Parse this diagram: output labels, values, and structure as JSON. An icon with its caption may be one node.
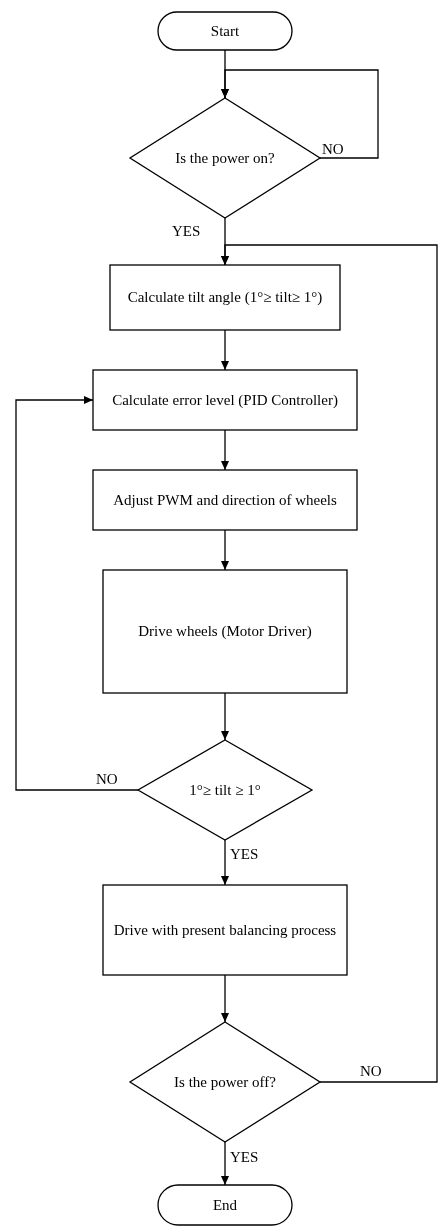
{
  "diagram": {
    "nodes": [
      {
        "text": [
          "Start"
        ]
      },
      {
        "text": [
          "Is the power on?"
        ]
      },
      {
        "text": [
          "Calculate tilt angle (1°≥ tilt≥ 1°)"
        ]
      },
      {
        "text": [
          "Calculate error level (PID Controller)"
        ]
      },
      {
        "text": [
          "Adjust PWM and direction of wheels"
        ]
      },
      {
        "text": [
          "Drive wheels (Motor Driver)"
        ]
      },
      {
        "text": [
          "1°≥ tilt ≥ 1°"
        ]
      },
      {
        "text": [
          "Drive with present balancing process"
        ]
      },
      {
        "text": [
          "Is the power off?"
        ]
      },
      {
        "text": [
          "End"
        ]
      }
    ],
    "edges": [
      {
        "from": 0,
        "to": 1,
        "arrow": "to"
      },
      {
        "from": 1,
        "to": 1,
        "arrow": "to",
        "label": "NO"
      },
      {
        "from": 1,
        "to": 2,
        "arrow": "to",
        "label": "YES"
      },
      {
        "from": 8,
        "to": 2,
        "arrow": "to",
        "label": "NO"
      },
      {
        "from": 2,
        "to": 3,
        "arrow": "to"
      },
      {
        "from": 3,
        "to": 4,
        "arrow": "to"
      },
      {
        "from": 4,
        "to": 5,
        "arrow": "to"
      },
      {
        "from": 5,
        "to": 6,
        "arrow": "to"
      },
      {
        "from": 6,
        "to": 3,
        "arrow": "to",
        "label": "NO"
      },
      {
        "from": 6,
        "to": 7,
        "arrow": "to",
        "label": "YES"
      },
      {
        "from": 7,
        "to": 8,
        "arrow": "to"
      },
      {
        "from": 8,
        "to": 9,
        "arrow": "to",
        "label": "YES"
      }
    ]
  }
}
